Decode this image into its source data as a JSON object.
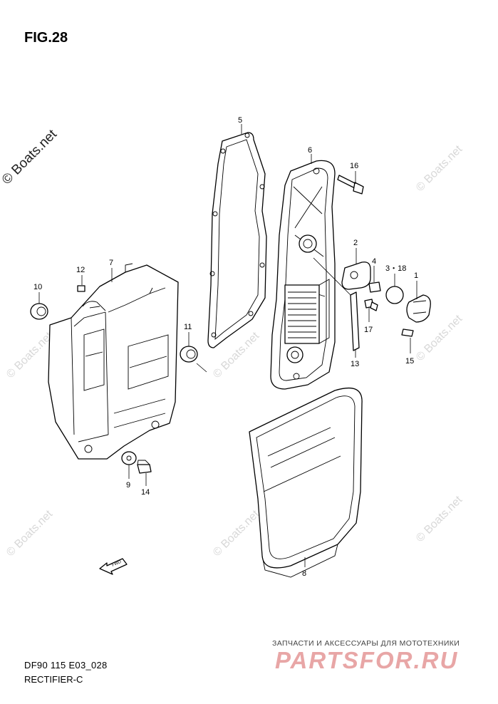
{
  "figure": {
    "title": "FIG.28",
    "code": "DF90 115 E03_028",
    "name": "RECTIFIER-C"
  },
  "watermark": {
    "main": "© Boats.net",
    "faint": "© Boats.net"
  },
  "shop": {
    "tagline": "ЗАПЧАСТИ И АКСЕССУАРЫ ДЛЯ МОТОТЕХНИКИ",
    "logo": "PARTSFOR.RU"
  },
  "callouts": {
    "c1": "1",
    "c2": "2",
    "c3": "3・18",
    "c4": "4",
    "c5": "5",
    "c6": "6",
    "c7": "7",
    "c8": "8",
    "c9": "9",
    "c10": "10",
    "c11": "11",
    "c12": "12",
    "c13": "13",
    "c14": "14",
    "c15": "15",
    "c16": "16",
    "c17": "17"
  },
  "direction_label": "FWD"
}
